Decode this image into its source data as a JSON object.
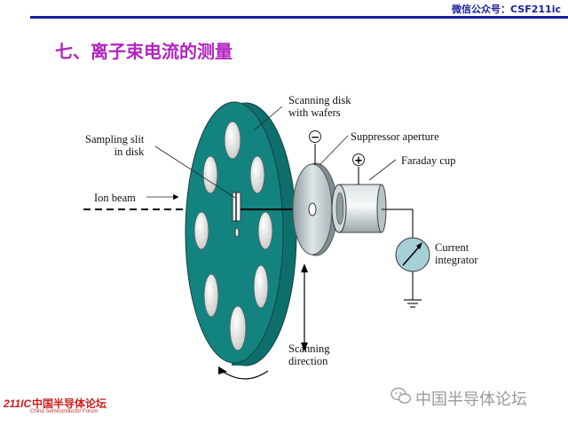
{
  "header": {
    "account": "微信公众号：CSF211ic"
  },
  "title": "七、离子束电流的测量",
  "labels": {
    "scanning_disk": "Scanning disk\nwith wafers",
    "sampling_slit": "Sampling slit\nin disk",
    "suppressor": "Suppressor aperture",
    "faraday": "Faraday cup",
    "ion_beam": "Ion beam",
    "current_integrator": "Current\nintegrator",
    "scanning_direction": "Scanning\ndirection"
  },
  "symbols": {
    "minus": "−",
    "plus": "+"
  },
  "logo": {
    "number": "211IC",
    "cn": "中国半导体论坛",
    "en": "China Semiconductor Forum"
  },
  "watermark": "中国半导体论坛",
  "colors": {
    "title": "#b224c0",
    "disk": "#13837f",
    "bar": "#1a1f9c",
    "logo": "#d01c1c"
  }
}
